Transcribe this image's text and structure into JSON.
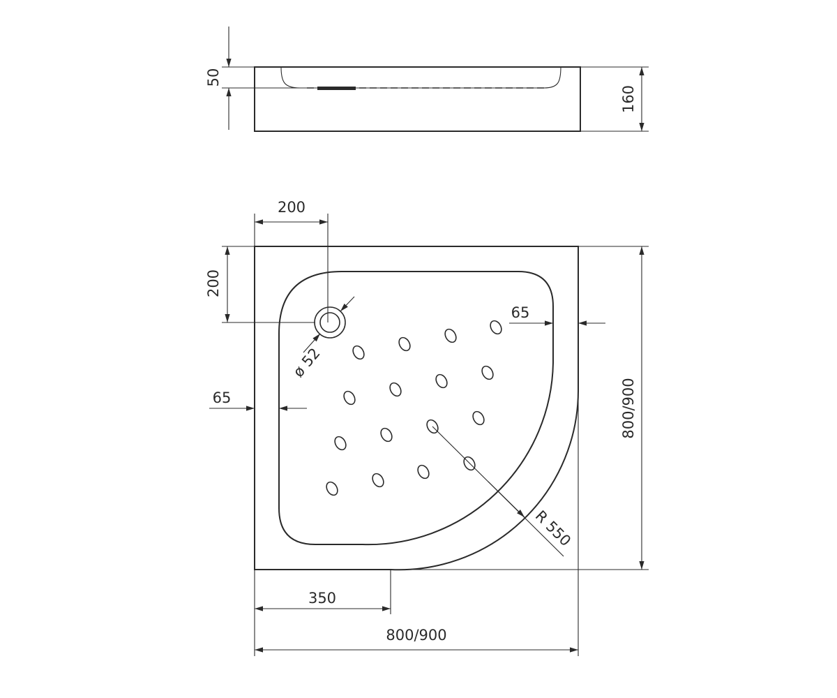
{
  "dimensions": {
    "side_depth": "50",
    "side_height": "160",
    "drain_offset_x": "200",
    "drain_offset_y": "200",
    "drain_diameter": "ø 52",
    "rim_width_right": "65",
    "rim_width_left": "65",
    "side_height_main": "800/900",
    "curve_radius": "R 550",
    "straight_length": "350",
    "side_width_main": "800/900"
  }
}
